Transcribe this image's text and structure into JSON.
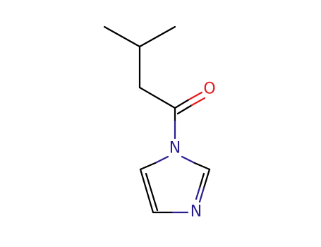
{
  "molecule": {
    "atoms": {
      "oxygen": {
        "label": "O",
        "color": "#e8191c"
      },
      "n1": {
        "label": "N",
        "color": "#2a1f8f"
      },
      "n3": {
        "label": "N",
        "color": "#2a1f8f"
      }
    },
    "bond_color": "#000000",
    "heteroatom_bond_color": "#2a1f8f"
  }
}
